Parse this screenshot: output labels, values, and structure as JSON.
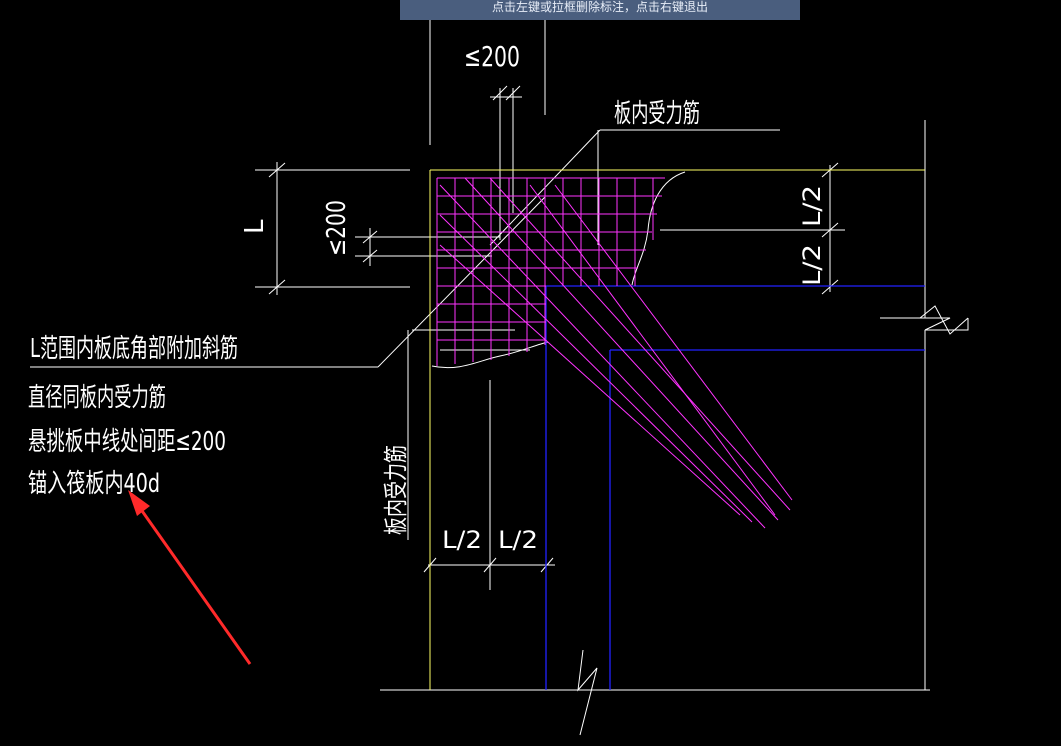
{
  "status": {
    "hint": "点击左键或拉框删除标注，点击右键退出"
  },
  "drawing": {
    "dim_spacing_top": "≤200",
    "dim_spacing_left": "≤200",
    "dim_L": "L",
    "label_slab_rebar_top": "板内受力筋",
    "label_slab_rebar_side": "板内受力筋",
    "dim_half_L": "L/2",
    "note_lines": [
      "L范围内板底角部附加斜筋",
      "直径同板内受力筋",
      "悬挑板中线处间距≤200",
      "锚入筏板内40d"
    ]
  },
  "colors": {
    "background": "#000000",
    "dimension_lines": "#ffffff",
    "slab_edge": "#ffff66",
    "beam_lines": "#2222ff",
    "rebar": "#ff33ff",
    "annotation_arrow": "#ff2a2a",
    "hint_bar": "#4a5e7e"
  }
}
